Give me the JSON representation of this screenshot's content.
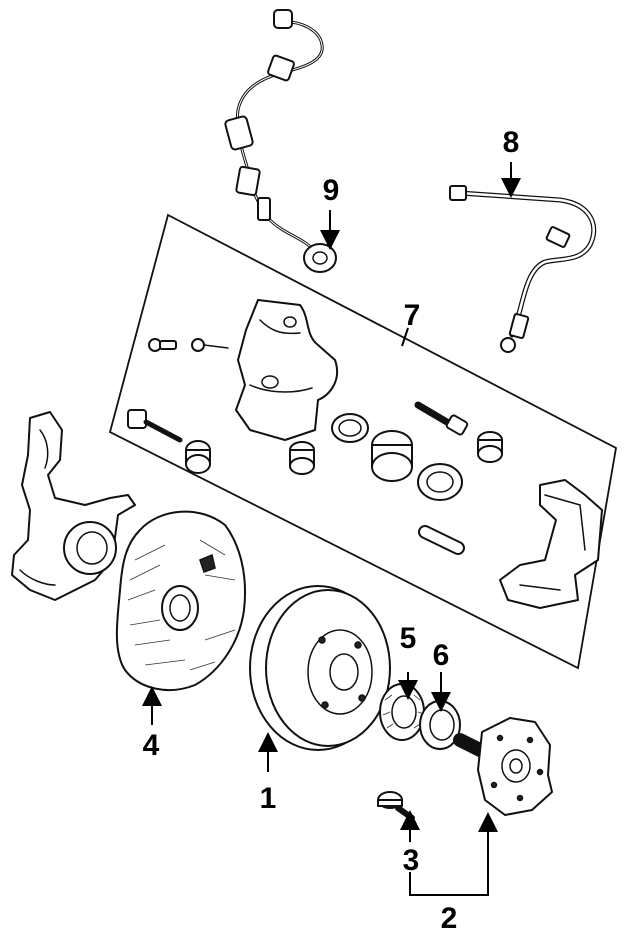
{
  "callouts": [
    {
      "id": "1",
      "label": "1"
    },
    {
      "id": "2",
      "label": "2"
    },
    {
      "id": "3",
      "label": "3"
    },
    {
      "id": "4",
      "label": "4"
    },
    {
      "id": "5",
      "label": "5"
    },
    {
      "id": "6",
      "label": "6"
    },
    {
      "id": "7",
      "label": "7"
    },
    {
      "id": "8",
      "label": "8"
    },
    {
      "id": "9",
      "label": "9"
    }
  ],
  "colors": {
    "ink": "#111111",
    "background": "#ffffff"
  }
}
